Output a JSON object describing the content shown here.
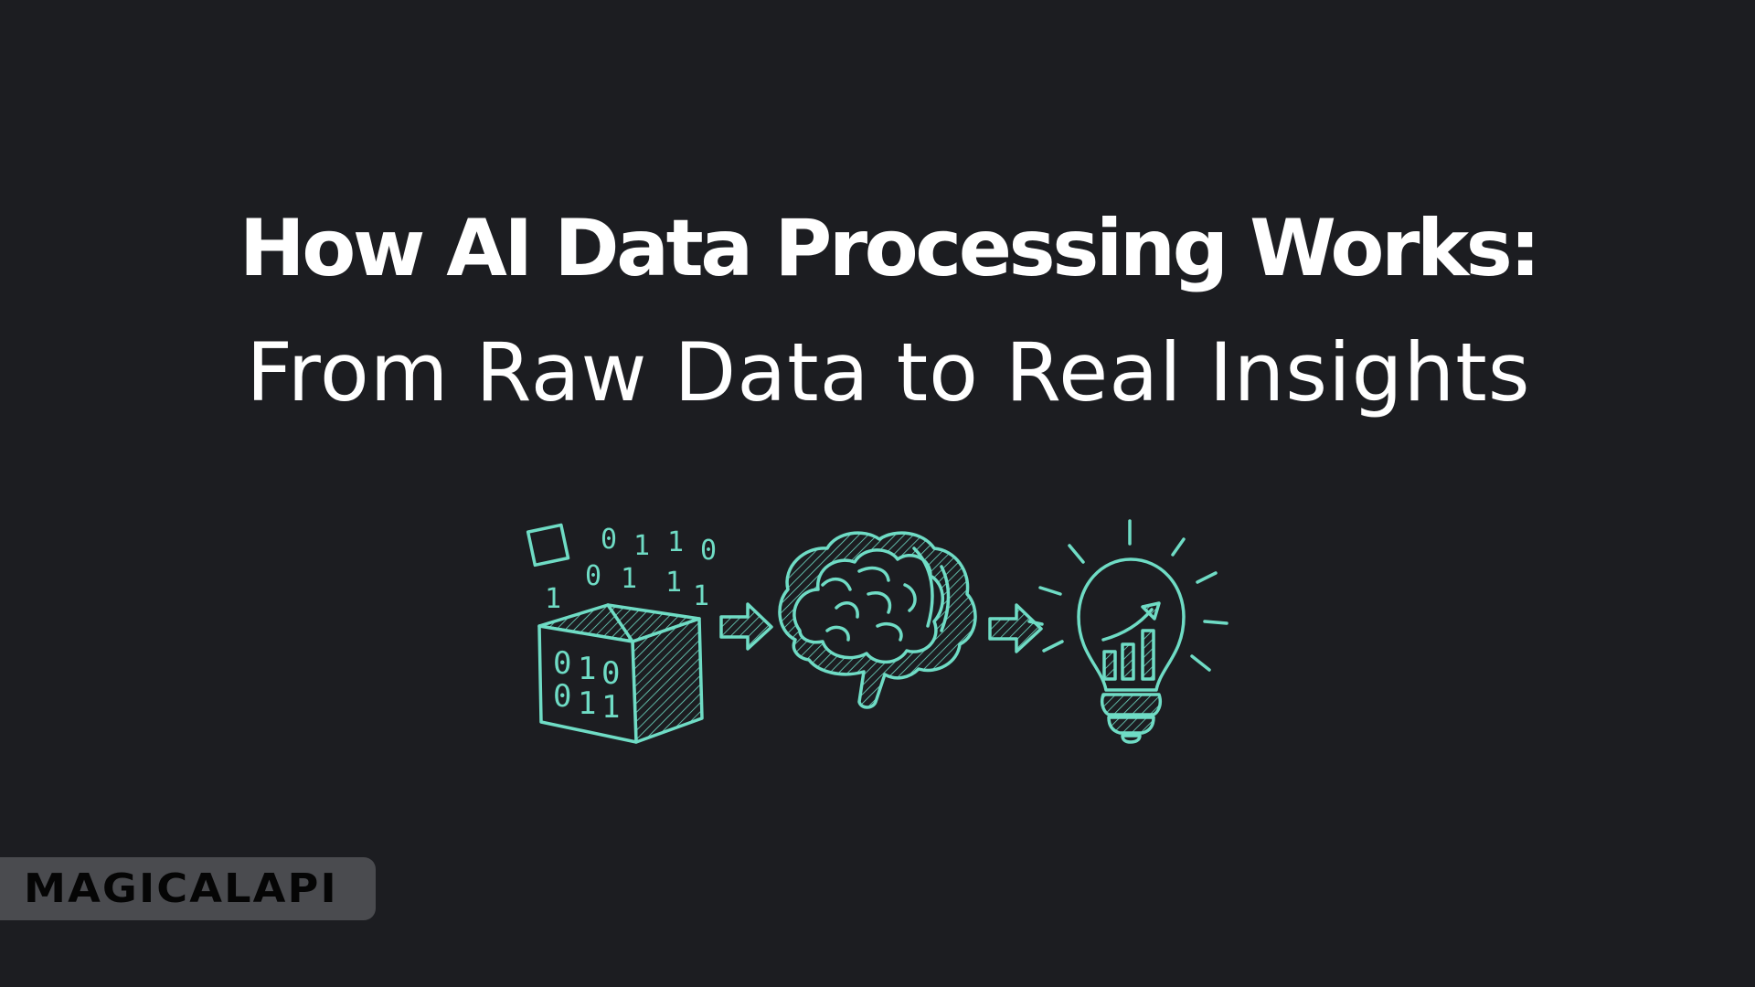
{
  "title": {
    "line1": "How AI Data Processing Works:",
    "line2": "From Raw Data to Real Insights"
  },
  "illustration": {
    "accent_color": "#6fdcc5",
    "steps": [
      {
        "name": "raw-data-cube",
        "floating_bits_row1": [
          "0",
          "1",
          "1",
          "0"
        ],
        "floating_bits_row2": [
          "1",
          "0",
          "1",
          "1",
          "1"
        ],
        "cube_bits": [
          "010",
          "011"
        ]
      },
      {
        "name": "arrow"
      },
      {
        "name": "brain"
      },
      {
        "name": "arrow"
      },
      {
        "name": "lightbulb-with-growth-chart"
      }
    ]
  },
  "logo": {
    "text": "MAGICALAPI"
  },
  "colors": {
    "background": "#1c1d21",
    "text": "#ffffff",
    "badge": "#4a4b4f",
    "accent": "#6fdcc5"
  }
}
